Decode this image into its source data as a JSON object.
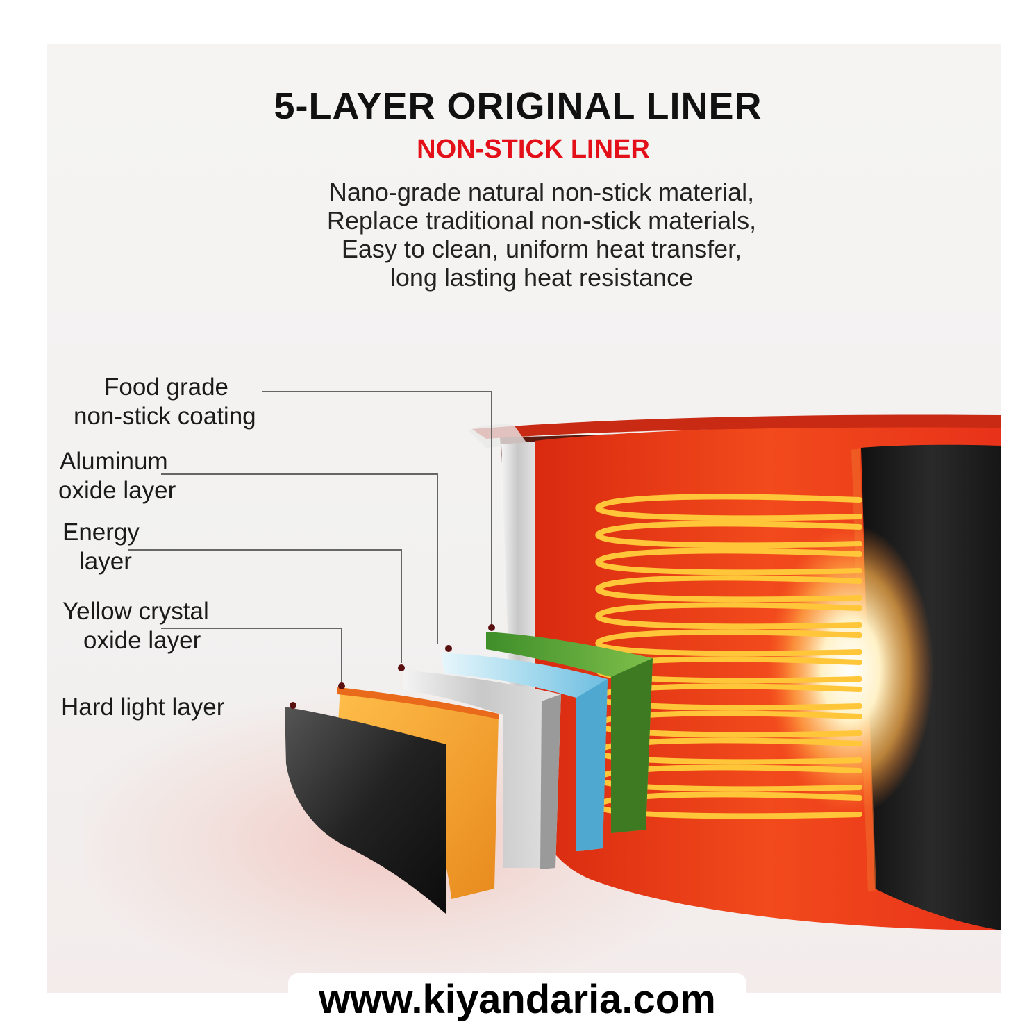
{
  "header": {
    "title": "5-LAYER ORIGINAL LINER",
    "subtitle": "NON-STICK LINER",
    "description": [
      "Nano-grade natural non-stick material,",
      "Replace traditional non-stick materials,",
      "Easy to clean, uniform heat transfer,",
      "long lasting heat resistance"
    ]
  },
  "layers": [
    {
      "line1": "Food grade",
      "line2": "non-stick coating",
      "color": "#6aa33a"
    },
    {
      "line1": "Aluminum",
      "line2": "oxide layer",
      "color": "#7fc5e6"
    },
    {
      "line1": "Energy",
      "line2": "layer",
      "color": "#c9ccd0"
    },
    {
      "line1": "Yellow crystal",
      "line2": "oxide layer",
      "color": "#f0a23a"
    },
    {
      "line1": "Hard light layer",
      "line2": "",
      "color": "#2a2a2a"
    }
  ],
  "colors": {
    "accent": "#e3101a",
    "pot_red": "#ee3a16",
    "heat_coil": "#ffc63a"
  },
  "footer": {
    "website": "www.kiyandaria.com"
  }
}
